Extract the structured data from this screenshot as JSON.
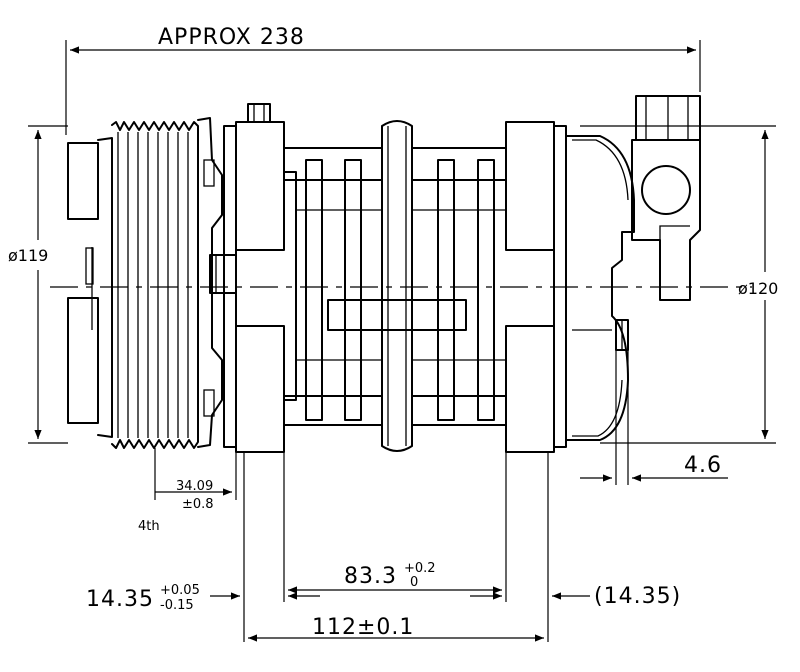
{
  "labels": {
    "overall_length": "APPROX 238",
    "front_dia": "ø119",
    "rear_dia": "ø120",
    "pulley_offset": "34.09",
    "pulley_offset_tol": "±0.8",
    "groove_ref": "4th",
    "flange_offset": "4.6",
    "mount_spacing": "83.3",
    "mount_spacing_tol_upper": "+0.2",
    "mount_spacing_tol_lower": "0",
    "front_mount_offset": "14.35",
    "front_mount_tol_upper": "+0.05",
    "front_mount_tol_lower": "-0.15",
    "rear_mount_offset": "(14.35)",
    "mount_total": "112±0.1"
  },
  "colors": {
    "line": "#000000",
    "background": "#ffffff"
  }
}
